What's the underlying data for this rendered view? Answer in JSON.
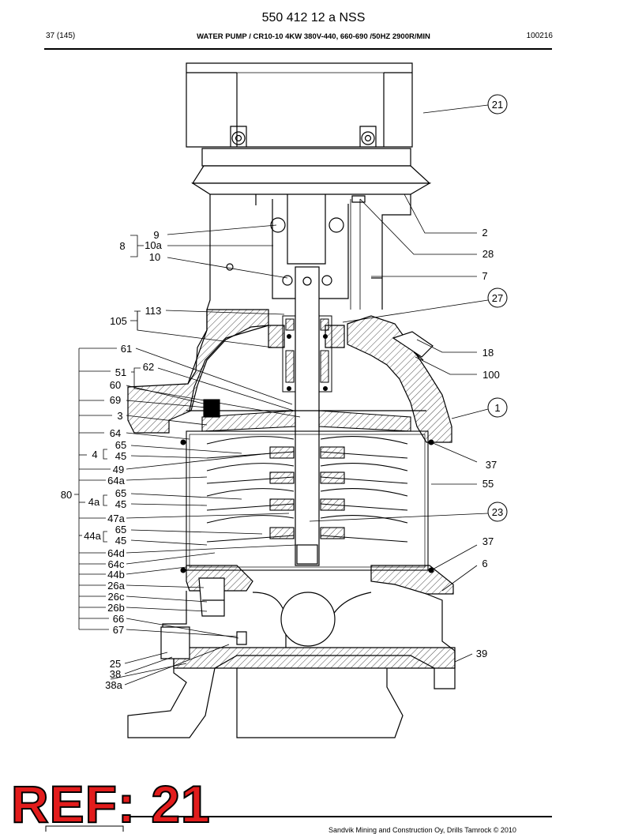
{
  "header": {
    "doc_number": "550 412 12 a NSS",
    "page": "37 (145)",
    "title": "WATER PUMP / CR10-10 4KW 380V-440, 660-690 /50HZ 2900R/MIN",
    "code": "100216"
  },
  "callouts": {
    "c9": "9",
    "c8": "8",
    "c10a": "10a",
    "c10": "10",
    "c113": "113",
    "c105": "105",
    "c61": "61",
    "c51": "51",
    "c62": "62",
    "c60": "60",
    "c69": "69",
    "c3": "3",
    "c64": "64",
    "c4": "4",
    "c65": "65",
    "c45": "45",
    "c49": "49",
    "c64a": "64a",
    "c80": "80",
    "c4a": "4a",
    "c65b": "65",
    "c45b": "45",
    "c47a": "47a",
    "c44a": "44a",
    "c65c": "65",
    "c45c": "45",
    "c64d": "64d",
    "c64c": "64c",
    "c44b": "44b",
    "c26a": "26a",
    "c26c": "26c",
    "c26b": "26b",
    "c66": "66",
    "c67": "67",
    "c25": "25",
    "c38": "38",
    "c38a": "38a",
    "c21": "21",
    "c2": "2",
    "c28": "28",
    "c7": "7",
    "c27": "27",
    "c18": "18",
    "c100": "100",
    "c1": "1",
    "c37": "37",
    "c55": "55",
    "c23": "23",
    "c37b": "37",
    "c6": "6",
    "c39": "39"
  },
  "watermark": "REF: 21",
  "footer": {
    "copyright": "Sandvik Mining and Construction Oy, Drills Tamrock © 2010"
  }
}
